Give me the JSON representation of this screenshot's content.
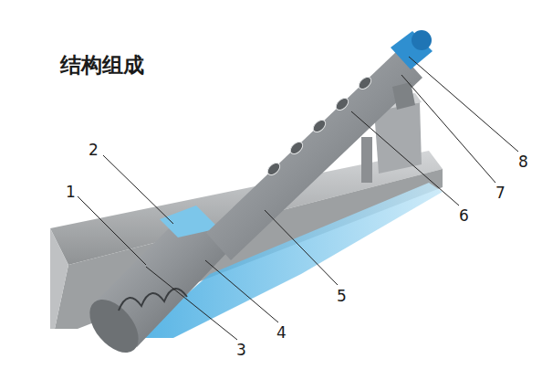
{
  "diagram": {
    "title": "结构组成",
    "labels": [
      "1",
      "2",
      "3",
      "4",
      "5",
      "6",
      "7",
      "8"
    ]
  }
}
